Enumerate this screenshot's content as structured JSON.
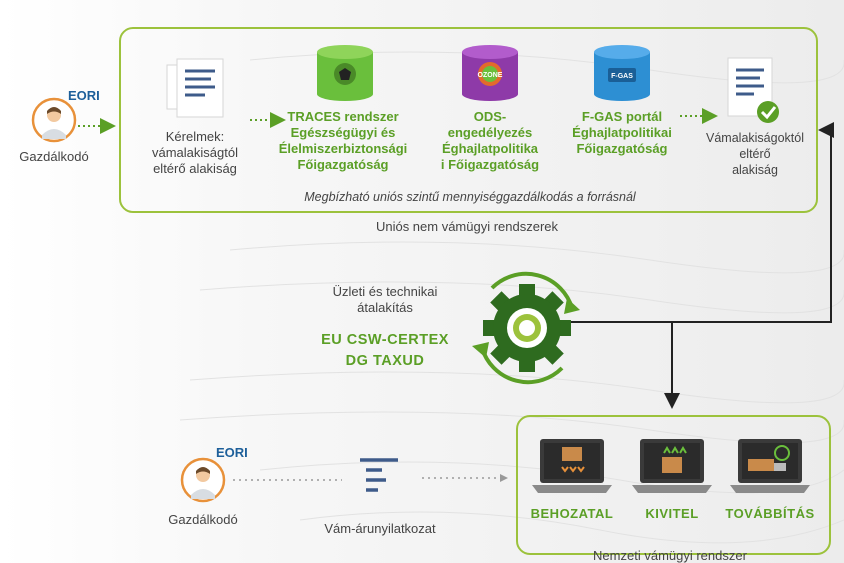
{
  "top": {
    "eori": "EORI",
    "person": "Gazdálkodó",
    "doc1_label": [
      "Kérelmek:",
      "vámalakiságtól",
      "eltérő alakiság"
    ],
    "traces_label": [
      "TRACES rendszer",
      "Egészségügyi és",
      "Élelmiszerbiztonsági",
      "Főigazgatóság"
    ],
    "ods_icon": "OZONE",
    "ods_label": [
      "ODS-",
      "engedélyezés",
      "Éghajlatpolitika",
      "i Főigazgatóság"
    ],
    "fgas_icon": "F-GAS",
    "fgas_label": [
      "F-GAS portál",
      "Éghajlatpolitikai",
      "Főigazgatóság"
    ],
    "doc2_label": [
      "Vámalakiságoktól",
      "eltérő",
      "alakiság"
    ],
    "note": "Megbízható uniós szintű mennyiséggazdálkodás a forrásnál",
    "box_caption": "Uniós nem vámügyi rendszerek"
  },
  "middle": {
    "desc": [
      "Üzleti és technikai",
      "átalakítás"
    ],
    "title1": "EU CSW-CERTEX",
    "title2": "DG TAXUD"
  },
  "bottom": {
    "eori": "EORI",
    "person": "Gazdálkodó",
    "doc_label": "Vám-árunyilatkozat",
    "items": [
      "BEHOZATAL",
      "KIVITEL",
      "TOVÁBBÍTÁS"
    ],
    "box_caption": "Nemzeti vámügyi rendszer"
  },
  "colors": {
    "green": "#5b9f26",
    "box_border": "#9cc23c",
    "blue": "#1d5f9a",
    "orange": "#e8913a",
    "db_traces": "#6abf3c",
    "db_ods": "#8e3aa8",
    "db_fgas": "#2d8fd3"
  }
}
